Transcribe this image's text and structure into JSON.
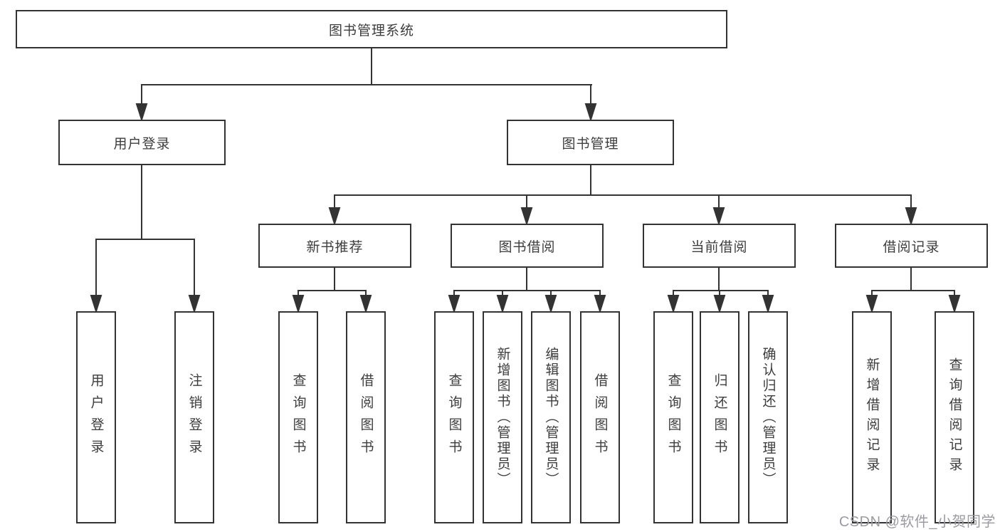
{
  "tree": {
    "root": {
      "label": "图书管理系统",
      "children": [
        {
          "label": "用户登录",
          "children": [
            {
              "label": "用户登录"
            },
            {
              "label": "注销登录"
            }
          ]
        },
        {
          "label": "图书管理",
          "children": [
            {
              "label": "新书推荐",
              "children": [
                {
                  "label": "查询图书"
                },
                {
                  "label": "借阅图书"
                }
              ]
            },
            {
              "label": "图书借阅",
              "children": [
                {
                  "label": "查询图书"
                },
                {
                  "label": "新增图书（管理员）"
                },
                {
                  "label": "编辑图书（管理员）"
                },
                {
                  "label": "借阅图书"
                }
              ]
            },
            {
              "label": "当前借阅",
              "children": [
                {
                  "label": "查询图书"
                },
                {
                  "label": "归还图书"
                },
                {
                  "label": "确认归还（管理员）"
                }
              ]
            },
            {
              "label": "借阅记录",
              "children": [
                {
                  "label": "新增借阅记录"
                },
                {
                  "label": "查询借阅记录"
                }
              ]
            }
          ]
        }
      ]
    },
    "colors": {
      "line": "#333333",
      "text": "#3d3d3d",
      "background": "#ffffff",
      "watermark": "#9b9ba1"
    }
  },
  "watermark": {
    "text": "CSDN @软件_小贺同学"
  }
}
